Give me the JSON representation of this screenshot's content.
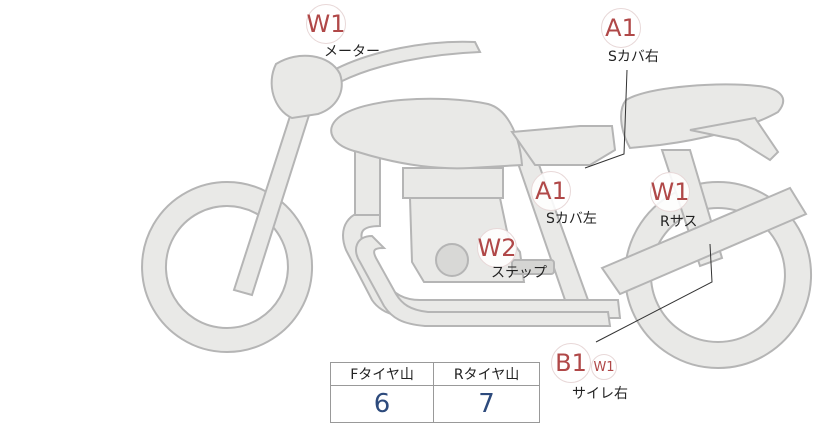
{
  "markers": {
    "meter": {
      "code": "W1",
      "label": "メーター"
    },
    "s_cover_right": {
      "code": "A1",
      "label": "Sカバ右"
    },
    "s_cover_left": {
      "code": "A1",
      "label": "Sカバ左"
    },
    "r_suspension": {
      "code": "W1",
      "label": "Rサス"
    },
    "step": {
      "code": "W2",
      "label": "ステップ"
    },
    "silencer_right": {
      "code": "B1",
      "sub_code": "W1",
      "label": "サイレ右"
    }
  },
  "tread_table": {
    "front_header": "Fタイヤ山",
    "rear_header": "Rタイヤ山",
    "front_value": "6",
    "rear_value": "7"
  },
  "colors": {
    "bike_fill": "#e9e9e7",
    "bike_stroke": "#b5b5b5",
    "marker_text": "#b04848",
    "table_value": "#2d4a7c"
  }
}
